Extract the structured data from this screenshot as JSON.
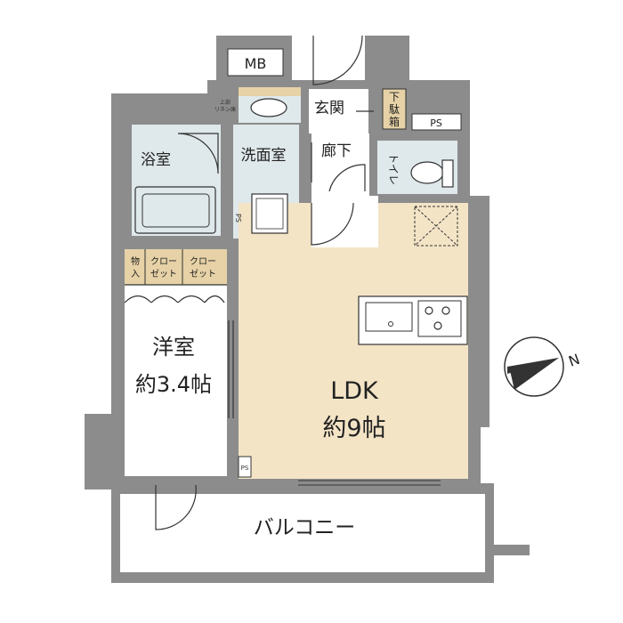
{
  "rooms": {
    "mb": "MB",
    "genkan": "玄関",
    "getabako_1": "下",
    "getabako_2": "駄",
    "getabako_3": "箱",
    "ps_top": "PS",
    "yokushitsu": "浴室",
    "senmenjo": "洗面室",
    "rouka": "廊下",
    "toilet": "トイレ",
    "ps_mid": "PS",
    "monoire_1": "物",
    "monoire_2": "入",
    "closet_1a": "クロー",
    "closet_1b": "ゼット",
    "closet_2a": "クロー",
    "closet_2b": "ゼット",
    "youshitsu": "洋室",
    "youshitsu_size": "約3.4帖",
    "ldk": "LDK",
    "ldk_size": "約9帖",
    "ps_bottom": "PS",
    "balcony": "バルコニー",
    "small_top_1": "上部",
    "small_top_2": "リネン庫",
    "compass_n": "N"
  },
  "colors": {
    "wall": "#8c8c8c",
    "wet_area": "#dfe8ea",
    "floor_wood": "#f3e4c6",
    "white_room": "#ffffff",
    "getabako": "#e6d2a6",
    "line": "#333333"
  }
}
